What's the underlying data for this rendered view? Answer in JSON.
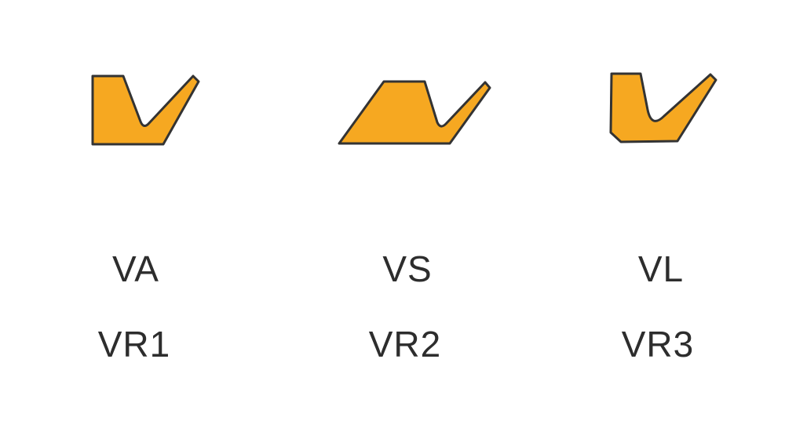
{
  "theme": {
    "background": "#ffffff",
    "shape-fill": "#f6a821",
    "shape-stroke": "#333333",
    "text-color": "#2d2d2d"
  },
  "diagram": {
    "items": [
      {
        "type_label": "VA",
        "series_label": "VR1",
        "shape_name": "va-seal-profile"
      },
      {
        "type_label": "VS",
        "series_label": "VR2",
        "shape_name": "vs-seal-profile"
      },
      {
        "type_label": "VL",
        "series_label": "VR3",
        "shape_name": "vl-seal-profile"
      }
    ]
  }
}
